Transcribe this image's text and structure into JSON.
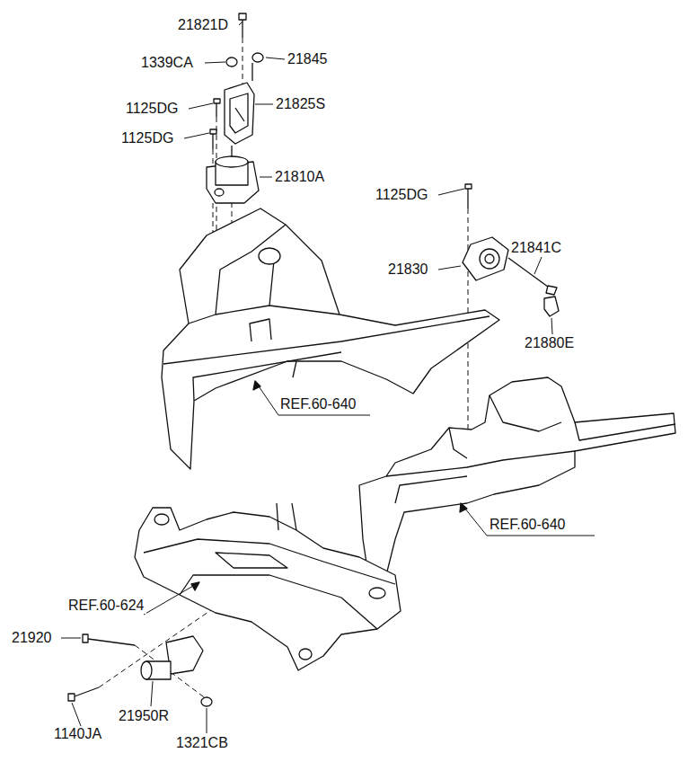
{
  "diagram": {
    "labels": [
      "21821D",
      "1339CA",
      "21845",
      "1125DG",
      "21825S",
      "1125DG",
      "21810A",
      "1125DG",
      "21841C",
      "21830",
      "21880E",
      "REF.60-640",
      "REF.60-640",
      "REF.60-624",
      "21920",
      "21950R",
      "1140JA",
      "1321CB"
    ]
  }
}
